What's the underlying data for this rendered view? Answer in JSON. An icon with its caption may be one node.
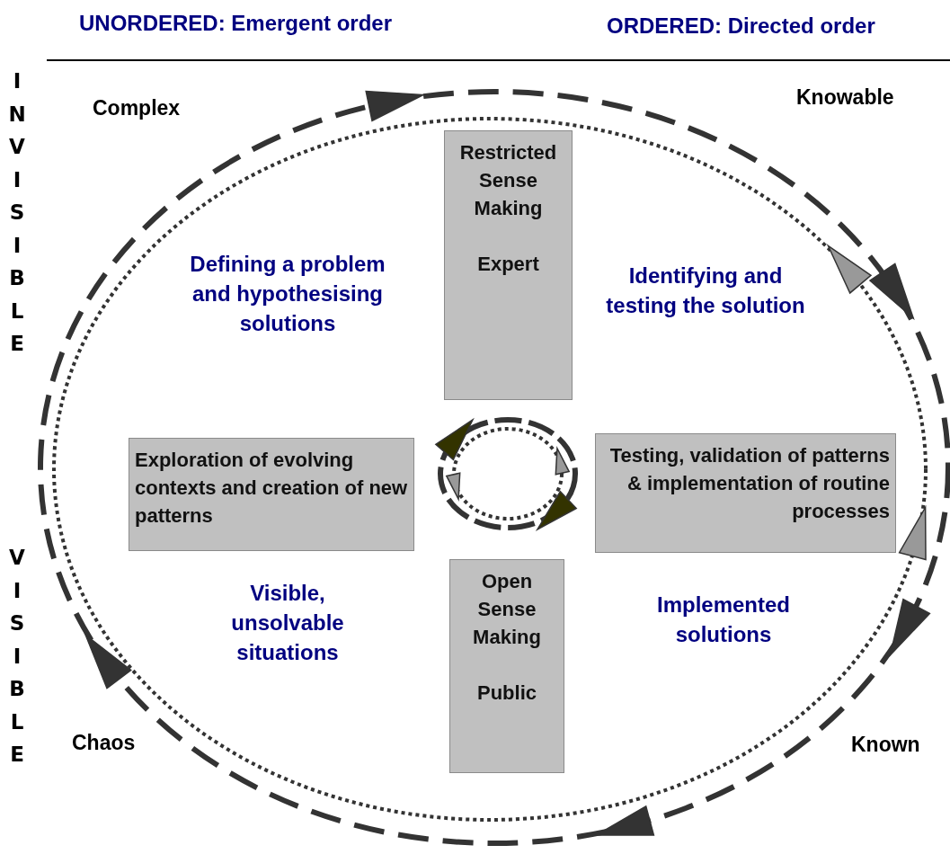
{
  "diagram": {
    "nodes": [
      {
        "text": [
          "Restricted Sense Making",
          "Expert"
        ]
      },
      {
        "text": [
          "Exploration of evolving contexts and creation of new patterns"
        ]
      },
      {
        "text": [
          "Testing, validation of patterns & implementation of routine processes"
        ]
      },
      {
        "text": [
          "Open Sense Making",
          "Public"
        ]
      }
    ],
    "edges": [],
    "labels": [
      "UNORDERED: Emergent order",
      "ORDERED: Directed order",
      "INVISIBLE",
      "Complex",
      "Knowable",
      "Defining a problem and hypothesising solutions",
      "Identifying and testing the solution",
      "VISIBLE",
      "Visible, unsolvable situations",
      "Implemented solutions",
      "Chaos",
      "Known"
    ]
  }
}
